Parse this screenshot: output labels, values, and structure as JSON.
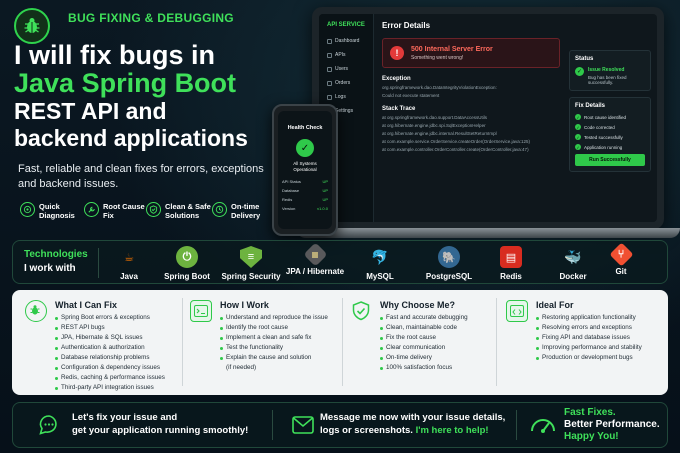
{
  "header": {
    "brand": "BUG FIXING & DEBUGGING",
    "title_line1": "I will fix bugs in",
    "title_line2": "Java Spring Boot",
    "title_line3": "REST API and",
    "title_line4": "backend applications",
    "tagline": "Fast, reliable and clean fixes for errors, exceptions and backend issues."
  },
  "features": [
    {
      "line1": "Quick",
      "line2": "Diagnosis",
      "icon": "target-icon"
    },
    {
      "line1": "Root Cause",
      "line2": "Fix",
      "icon": "wrench-icon"
    },
    {
      "line1": "Clean & Safe",
      "line2": "Solutions",
      "icon": "shield-icon"
    },
    {
      "line1": "On-time",
      "line2": "Delivery",
      "icon": "clock-icon"
    }
  ],
  "laptop": {
    "sidebar_title": "API SERVICE",
    "sidebar_items": [
      "Dashboard",
      "APIs",
      "Users",
      "Orders",
      "Logs",
      "Settings"
    ],
    "panel_title": "Error Details",
    "error_title": "500 Internal Server Error",
    "error_sub": "Something went wrong!",
    "exception_label": "Exception",
    "exception_lines": [
      "org.springframework.dao.DataIntegrityViolationException:",
      "Could not execute statement"
    ],
    "stack_label": "Stack Trace",
    "stack_lines": [
      "at org.springframework.dao.support.DataAccessUtils",
      "at org.hibernate.engine.jdbc.spi.SqlExceptionHelper",
      "at org.hibernate.engine.jdbc.internal.ResultSetReturnImpl",
      "at com.example.service.OrderService.createOrder(OrderService.java:125)",
      "at com.example.controller.OrderController.create(OrderController.java:47)"
    ],
    "status_label": "Status",
    "status_title": "Issue Resolved",
    "status_sub": "Bug has been fixed successfully.",
    "fix_label": "Fix Details",
    "fix_items": [
      "Root cause identified",
      "Code corrected",
      "Tested successfully",
      "Application running"
    ],
    "run_button": "Run Successfully"
  },
  "phone": {
    "title": "Health Check",
    "status_line1": "All Systems",
    "status_line2": "Operational",
    "rows": [
      {
        "k": "API Status",
        "v": "UP"
      },
      {
        "k": "Database",
        "v": "UP"
      },
      {
        "k": "Redis",
        "v": "UP"
      },
      {
        "k": "Version",
        "v": "v1.0.0"
      }
    ]
  },
  "technologies": {
    "label_line1": "Technologies",
    "label_line2": "I work with",
    "items": [
      {
        "name": "Java",
        "icon": "java-icon",
        "color": "#e76f00"
      },
      {
        "name": "Spring Boot",
        "icon": "spring-boot-icon",
        "color": "#6db33f"
      },
      {
        "name": "Spring Security",
        "icon": "spring-security-icon",
        "color": "#6db33f"
      },
      {
        "name": "JPA / Hibernate",
        "icon": "hibernate-icon",
        "color": "#bcae79"
      },
      {
        "name": "MySQL",
        "icon": "mysql-icon",
        "color": "#4479a1"
      },
      {
        "name": "PostgreSQL",
        "icon": "postgresql-icon",
        "color": "#336791"
      },
      {
        "name": "Redis",
        "icon": "redis-icon",
        "color": "#d82c20"
      },
      {
        "name": "Docker",
        "icon": "docker-icon",
        "color": "#2496ed"
      },
      {
        "name": "Git",
        "icon": "git-icon",
        "color": "#f05032"
      }
    ]
  },
  "columns": [
    {
      "title": "What I Can Fix",
      "icon": "bug-search-icon",
      "items": [
        "Spring Boot errors & exceptions",
        "REST API bugs",
        "JPA, Hibernate & SQL issues",
        "Authentication & authorization",
        "Database relationship problems",
        "Configuration & dependency issues",
        "Redis, caching & performance issues",
        "Third-party API integration issues"
      ]
    },
    {
      "title": "How I Work",
      "icon": "terminal-icon",
      "items": [
        "Understand and reproduce the issue",
        "Identify the root cause",
        "Implement a clean and safe fix",
        "Test the functionality",
        "Explain the cause and solution",
        "(if needed)"
      ]
    },
    {
      "title": "Why Choose Me?",
      "icon": "shield-check-icon",
      "items": [
        "Fast and accurate debugging",
        "Clean, maintainable code",
        "Fix the root cause",
        "Clear communication",
        "On-time delivery",
        "100% satisfaction focus"
      ]
    },
    {
      "title": "Ideal For",
      "icon": "code-window-icon",
      "items": [
        "Restoring application functionality",
        "Resolving errors and exceptions",
        "Fixing API and database issues",
        "Improving performance and stability",
        "Production or development bugs"
      ]
    }
  ],
  "footer": {
    "left_line1": "Let's fix your issue and",
    "left_line2": "get your application running smoothly!",
    "mid_line1": "Message me now with your issue details,",
    "mid_line2a": "logs or screenshots. ",
    "mid_line2b": "I'm here to help!",
    "right_line1": "Fast Fixes.",
    "right_line2": "Better Performance.",
    "right_line3": "Happy You!"
  },
  "colors": {
    "accent": "#3fe05a",
    "background": "#071018",
    "panel": "#f2f4f5"
  }
}
